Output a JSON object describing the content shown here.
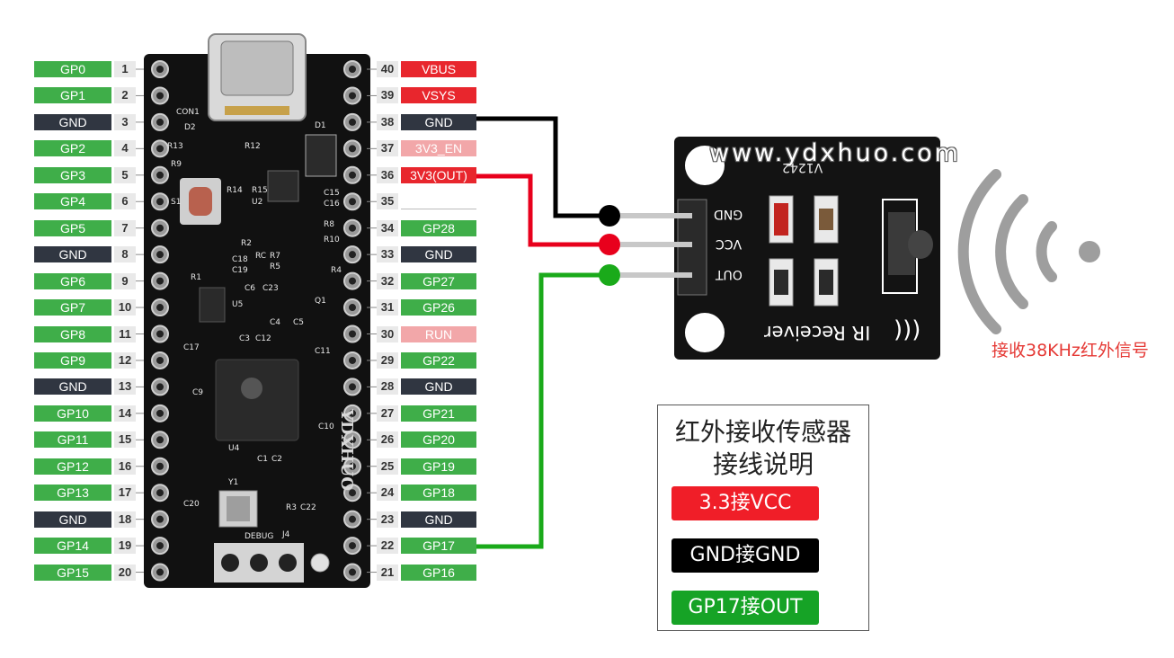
{
  "colors": {
    "green": "#3fae49",
    "dark": "#303641",
    "red": "#e8262d",
    "pink": "#f2a7a9",
    "none": "#ffffff",
    "board": "#111111",
    "wire_black": "#000000",
    "wire_red": "#e8001c",
    "wire_green": "#1aaa1a",
    "legend_red": "#f01e28",
    "legend_black": "#000000",
    "legend_green": "#16a326",
    "note_red": "#e53935",
    "signal_gray": "#9e9e9e"
  },
  "left_pins": [
    {
      "num": "1",
      "label": "GP0",
      "color": "green"
    },
    {
      "num": "2",
      "label": "GP1",
      "color": "green"
    },
    {
      "num": "3",
      "label": "GND",
      "color": "dark"
    },
    {
      "num": "4",
      "label": "GP2",
      "color": "green"
    },
    {
      "num": "5",
      "label": "GP3",
      "color": "green"
    },
    {
      "num": "6",
      "label": "GP4",
      "color": "green"
    },
    {
      "num": "7",
      "label": "GP5",
      "color": "green"
    },
    {
      "num": "8",
      "label": "GND",
      "color": "dark"
    },
    {
      "num": "9",
      "label": "GP6",
      "color": "green"
    },
    {
      "num": "10",
      "label": "GP7",
      "color": "green"
    },
    {
      "num": "11",
      "label": "GP8",
      "color": "green"
    },
    {
      "num": "12",
      "label": "GP9",
      "color": "green"
    },
    {
      "num": "13",
      "label": "GND",
      "color": "dark"
    },
    {
      "num": "14",
      "label": "GP10",
      "color": "green"
    },
    {
      "num": "15",
      "label": "GP11",
      "color": "green"
    },
    {
      "num": "16",
      "label": "GP12",
      "color": "green"
    },
    {
      "num": "17",
      "label": "GP13",
      "color": "green"
    },
    {
      "num": "18",
      "label": "GND",
      "color": "dark"
    },
    {
      "num": "19",
      "label": "GP14",
      "color": "green"
    },
    {
      "num": "20",
      "label": "GP15",
      "color": "green"
    }
  ],
  "right_pins": [
    {
      "num": "40",
      "label": "VBUS",
      "color": "red"
    },
    {
      "num": "39",
      "label": "VSYS",
      "color": "red"
    },
    {
      "num": "38",
      "label": "GND",
      "color": "dark"
    },
    {
      "num": "37",
      "label": "3V3_EN",
      "color": "pink"
    },
    {
      "num": "36",
      "label": "3V3(OUT)",
      "color": "red"
    },
    {
      "num": "35",
      "label": "",
      "color": "none"
    },
    {
      "num": "34",
      "label": "GP28",
      "color": "green"
    },
    {
      "num": "33",
      "label": "GND",
      "color": "dark"
    },
    {
      "num": "32",
      "label": "GP27",
      "color": "green"
    },
    {
      "num": "31",
      "label": "GP26",
      "color": "green"
    },
    {
      "num": "30",
      "label": "RUN",
      "color": "pink"
    },
    {
      "num": "29",
      "label": "GP22",
      "color": "green"
    },
    {
      "num": "28",
      "label": "GND",
      "color": "dark"
    },
    {
      "num": "27",
      "label": "GP21",
      "color": "green"
    },
    {
      "num": "26",
      "label": "GP20",
      "color": "green"
    },
    {
      "num": "25",
      "label": "GP19",
      "color": "green"
    },
    {
      "num": "24",
      "label": "GP18",
      "color": "green"
    },
    {
      "num": "23",
      "label": "GND",
      "color": "dark"
    },
    {
      "num": "22",
      "label": "GP17",
      "color": "green"
    },
    {
      "num": "21",
      "label": "GP16",
      "color": "green"
    }
  ],
  "board": {
    "brand": "YDXHUO",
    "silkscreen": [
      "CON1",
      "D2",
      "D1",
      "R13",
      "R9",
      "R12",
      "R14",
      "R15",
      "U2",
      "C15",
      "C16",
      "R8",
      "R10",
      "R2",
      "C18",
      "C19",
      "RC",
      "R7",
      "R5",
      "R4",
      "R1",
      "C6",
      "C23",
      "Q1",
      "U5",
      "C4",
      "C5",
      "C3",
      "C12",
      "C17",
      "C11",
      "C9",
      "U4",
      "C10",
      "C1",
      "C2",
      "Y1",
      "C20",
      "R3",
      "C22",
      "DEBUG",
      "J4",
      "S1"
    ]
  },
  "module": {
    "name": "IR Receiver",
    "pins": [
      "GND",
      "VCC",
      "OUT"
    ],
    "watermark": "www.ydxhuo.com",
    "code": "V1242"
  },
  "legend": {
    "title_line1": "红外接收传感器",
    "title_line2": "接线说明",
    "items": [
      {
        "text": "3.3接VCC",
        "color": "legend_red"
      },
      {
        "text": "GND接GND",
        "color": "legend_black"
      },
      {
        "text": "GP17接OUT",
        "color": "legend_green"
      }
    ]
  },
  "signal_note": "接收38KHz红外信号"
}
